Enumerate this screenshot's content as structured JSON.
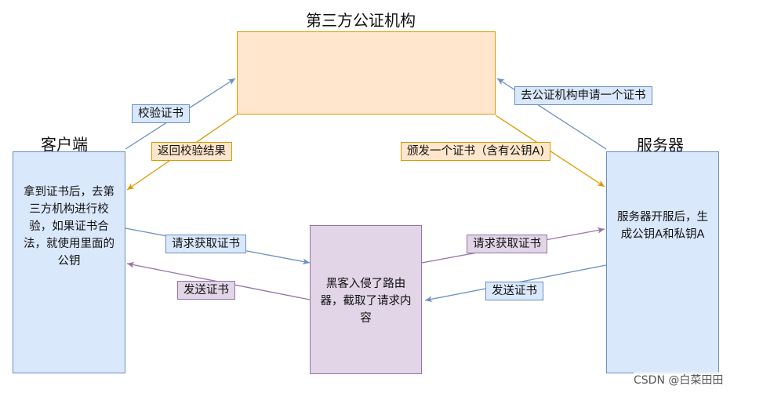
{
  "authority": {
    "title": "第三方公证机构"
  },
  "client": {
    "title": "客户端",
    "text": "拿到证书后，去第三方机构进行校验，如果证书合法，就使用里面的公钥"
  },
  "server": {
    "title": "服务器",
    "text": "服务器开服后，生成公钥A和私钥A"
  },
  "hacker": {
    "text": "黑客入侵了路由器，截取了请求内容"
  },
  "edges": {
    "verify_cert": "校验证书",
    "return_result": "返回校验结果",
    "apply_cert": "去公证机构申请一个证书",
    "issue_cert": "颁发一个证书（含有公钥A)",
    "client_request": "请求获取证书",
    "hacker_request": "请求获取证书",
    "server_send": "发送证书",
    "hacker_send": "发送证书"
  },
  "watermark": "CSDN @白菜田田",
  "colors": {
    "blue_fill": "#dae8fc",
    "blue_stroke": "#6c8ebf",
    "yellow_fill": "#ffe6cc",
    "yellow_stroke": "#d79b00",
    "purple_fill": "#e1d5e7",
    "purple_stroke": "#9673a6"
  }
}
